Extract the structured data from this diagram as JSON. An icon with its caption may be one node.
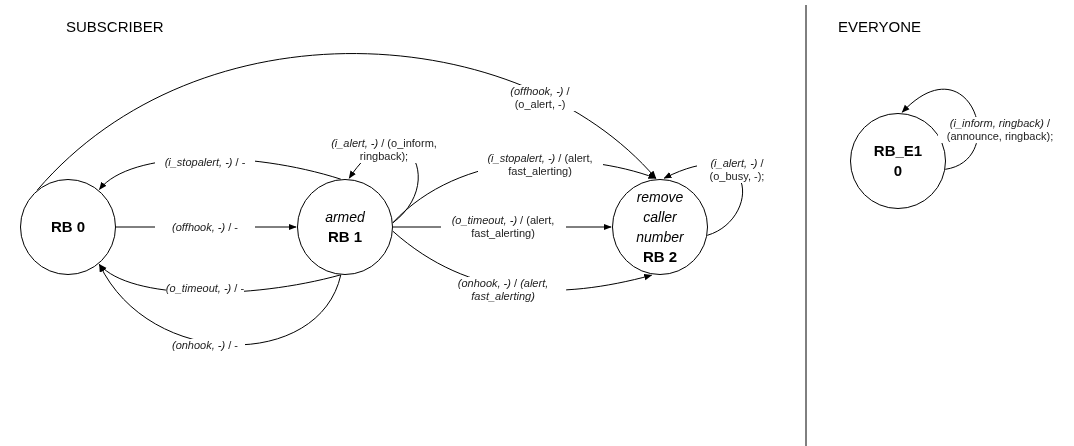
{
  "diagram": {
    "nodes": [
      {
        "text": [
          "RB 0"
        ]
      },
      {
        "text": [
          "armed",
          "RB 1"
        ]
      },
      {
        "text": [
          "remove caller number",
          "RB 2"
        ]
      },
      {
        "text": [
          "RB_E1 0"
        ]
      }
    ],
    "edges": [
      {
        "from": 1,
        "to": 0,
        "arrow": "to",
        "label": "*(i_stopalert, -)* / -"
      },
      {
        "from": 0,
        "to": 1,
        "arrow": "to",
        "label": "*(offhook, -)* / -"
      },
      {
        "from": 1,
        "to": 0,
        "arrow": "to",
        "label": "*(o_timeout, -)* / -"
      },
      {
        "from": 1,
        "to": 0,
        "arrow": "to",
        "label": "*(onhook, -)* / -"
      },
      {
        "from": 0,
        "to": 2,
        "arrow": "to",
        "label": "*(offhook, -)* / (o_alert, -)"
      },
      {
        "from": 1,
        "to": 1,
        "arrow": "to",
        "label": "*(i_alert, -)* / (o_inform, ringback);"
      },
      {
        "from": 1,
        "to": 2,
        "arrow": "to",
        "label": "*(i_stopalert, -)* / (alert, fast_alerting)"
      },
      {
        "from": 1,
        "to": 2,
        "arrow": "to",
        "label": "*(o_timeout, -)* / (alert, fast_alerting)"
      },
      {
        "from": 1,
        "to": 2,
        "arrow": "to",
        "label": "*(onhook, -)* / *(alert, fast_alerting)*"
      },
      {
        "from": 2,
        "to": 2,
        "arrow": "to",
        "label": "*(i_alert, -)* / (o_busy, -);"
      },
      {
        "from": 3,
        "to": 3,
        "arrow": "to",
        "label": "*(i_inform, ringback)* / (announce, ringback);"
      }
    ],
    "labels": [
      "SUBSCRIBER",
      "EVERYONE"
    ]
  }
}
